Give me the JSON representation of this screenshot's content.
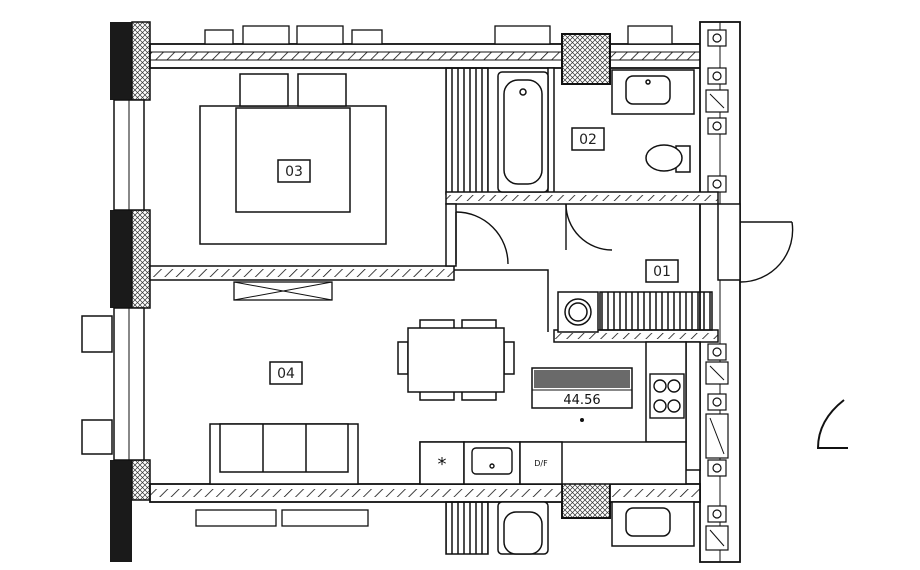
{
  "rooms": [
    {
      "id": "01"
    },
    {
      "id": "02"
    },
    {
      "id": "03"
    },
    {
      "id": "04"
    }
  ],
  "total_area": "44.56",
  "appliance_labels": {
    "freezer_symbol": "*",
    "dishwasher": "D/F"
  },
  "colors": {
    "wall_stroke": "#111111",
    "wall_fill": "#ffffff",
    "solid_column": "#1a1a1a",
    "shaft_hatch": "#555555",
    "area_box_shade": "#6a6a6a",
    "background": "#ffffff"
  }
}
